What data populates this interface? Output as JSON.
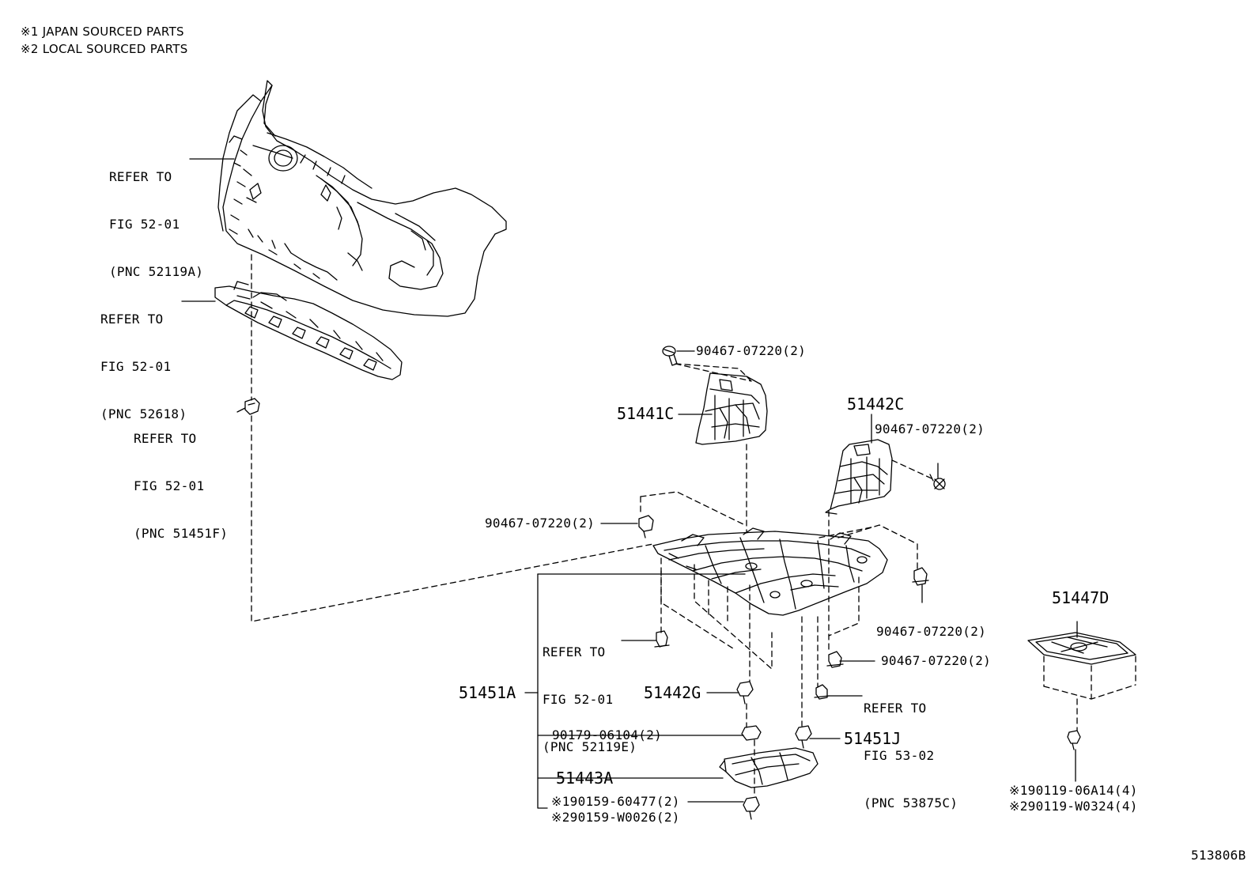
{
  "notes": {
    "japan": "※1 JAPAN SOURCED PARTS",
    "local": "※2 LOCAL SOURCED PARTS"
  },
  "refs": {
    "bumper": {
      "line1": "REFER TO",
      "line2": "FIG 52-01",
      "line3": "(PNC 52119A)"
    },
    "absorber": {
      "line1": "REFER TO",
      "line2": "FIG 52-01",
      "line3": "(PNC 52618)"
    },
    "retainer": {
      "line1": "REFER TO",
      "line2": "FIG 52-01",
      "line3": "(PNC 51451F)"
    },
    "clip_52119e": {
      "line1": "REFER TO",
      "line2": "FIG 52-01",
      "line3": "(PNC 52119E)"
    },
    "clip_53875c": {
      "line1": "REFER TO",
      "line2": "FIG 53-02",
      "line3": "(PNC 53875C)"
    }
  },
  "parts": {
    "p51441C": "51441C",
    "p51442C": "51442C",
    "p51442G": "51442G",
    "p51451A": "51451A",
    "p51451J": "51451J",
    "p51443A": "51443A",
    "p51447D": "51447D",
    "f_top": "90467-07220(2)",
    "f_right_upper": "90467-07220(2)",
    "f_left": "90467-07220(2)",
    "f_right_mid": "90467-07220(2)",
    "f_right_low": "90467-07220(2)",
    "f_nut": "90179-06104(2)",
    "f_bolt1": "※190159-60477(2)",
    "f_bolt2": "※290159-W0026(2)",
    "f_screw1": "※190119-06A14(4)",
    "f_screw2": "※290119-W0324(4)"
  },
  "figure_id": "513806B"
}
